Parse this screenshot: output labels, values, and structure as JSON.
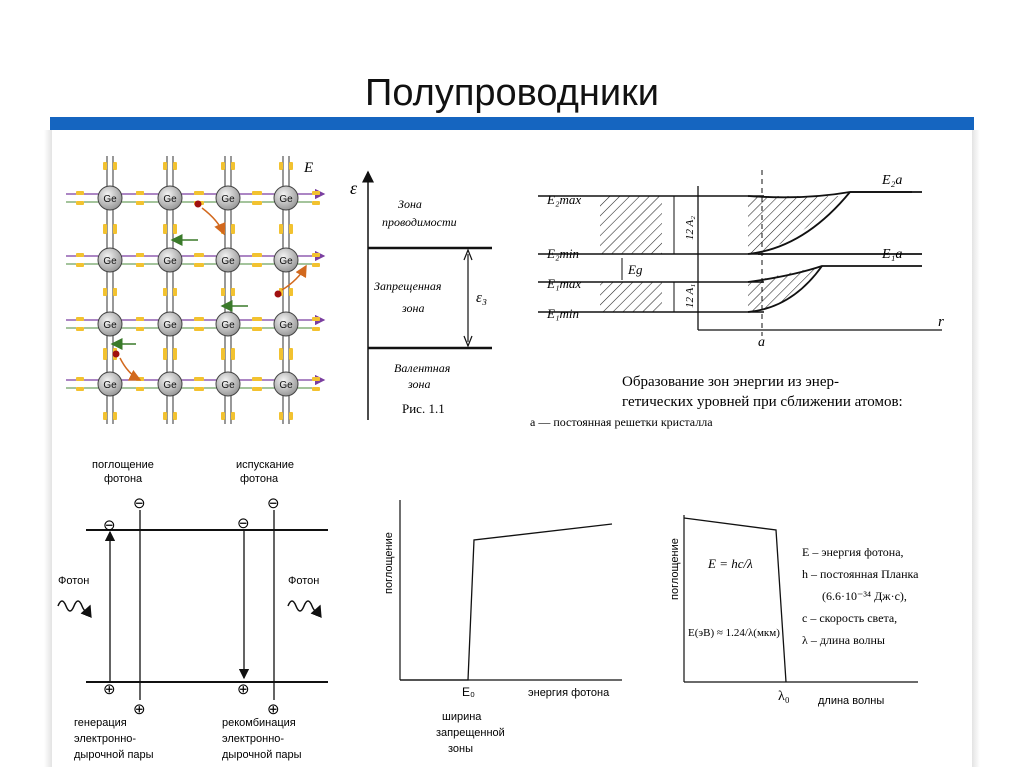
{
  "slide": {
    "title": "Полупроводники"
  },
  "lattice": {
    "atom_label": "Ge",
    "field_label": "E⃗"
  },
  "band_diagram": {
    "axis_label": "ε",
    "conduction_l1": "Зона",
    "conduction_l2": "проводимости",
    "forbidden_l1": "Запрещенная",
    "forbidden_l2": "зона",
    "gap_label": "ε₃",
    "valence_l1": "Валентная",
    "valence_l2": "зона",
    "caption": "Рис. 1.1"
  },
  "levels_diagram": {
    "e2max": "E₂max",
    "e2min": "E₂min",
    "e1max": "E₁max",
    "e1min": "E₁min",
    "e2a": "E₂a",
    "e1a": "E₁a",
    "eg": "Eg",
    "width_upper": "12 A₂",
    "width_lower": "12 A₁",
    "axis_r": "r",
    "axis_a": "a",
    "caption_l1": "Образование зон энергии из энер-",
    "caption_l2": "гетических уровней при сближении атомов:",
    "caption_l3": "a — постоянная решетки кристалла"
  },
  "transitions": {
    "absorption_l1": "поглощение",
    "absorption_l2": "фотона",
    "emission_l1": "испускание",
    "emission_l2": "фотона",
    "photon_left": "Фотон",
    "photon_right": "Фотон",
    "generation_l1": "генерация",
    "generation_l2": "электронно-",
    "generation_l3": "дырочной пары",
    "recombination_l1": "рекомбинация",
    "recombination_l2": "электронно-",
    "recombination_l3": "дырочной пары",
    "minus_sign": "⊖",
    "plus_sign": "⊕"
  },
  "absorption_vs_energy": {
    "ylabel": "поглощение",
    "tick": "E₀",
    "xlabel": "энергия фотона",
    "note_l1": "ширина",
    "note_l2": "запрещенной",
    "note_l3": "зоны"
  },
  "absorption_vs_wavelength": {
    "ylabel": "поглощение",
    "tick": "λ₀",
    "xlabel": "длина волны",
    "formula1": "E = hc/λ",
    "formula2": "E(эВ) ≈ 1.24/λ(мкм)",
    "legend_e": "E – энергия фотона,",
    "legend_h": "h – постоянная Планка",
    "legend_h_value": "(6.6·10⁻³⁴ Дж·с),",
    "legend_c": "c – скорость света,",
    "legend_l": "λ – длина волны"
  }
}
